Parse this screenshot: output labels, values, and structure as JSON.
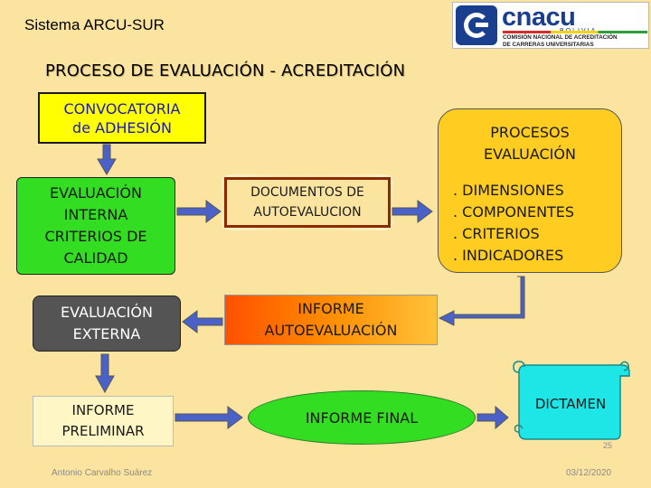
{
  "header": {
    "system_name": "Sistema ARCU-SUR"
  },
  "logo": {
    "brand": "cnacu",
    "subtitle": "BOLIVIA",
    "line1": "COMISIÓN NACIONAL DE ACREDITACIÓN",
    "line2": "DE CARRERAS UNIVERSITARIAS"
  },
  "title": "PROCESO DE EVALUACIÓN - ACREDITACIÓN",
  "nodes": {
    "convocatoria": [
      "CONVOCATORIA",
      "de ADHESIÓN"
    ],
    "evaluacion_interna": [
      "EVALUACIÓN",
      "INTERNA",
      "CRITERIOS DE",
      "CALIDAD"
    ],
    "documentos": [
      "DOCUMENTOS DE",
      "AUTOEVALUCION"
    ],
    "procesos_title": [
      "PROCESOS",
      "EVALUACIÓN"
    ],
    "procesos_items": [
      ". DIMENSIONES",
      ". COMPONENTES",
      ". CRITERIOS",
      ". INDICADORES"
    ],
    "evaluacion_externa": [
      "EVALUACIÓN",
      "EXTERNA"
    ],
    "informe_autoevaluacion": [
      "INFORME",
      "AUTOEVALUACIÓN"
    ],
    "informe_preliminar": [
      "INFORME",
      "PRELIMINAR"
    ],
    "informe_final": "INFORME FINAL",
    "dictamen": "DICTAMEN"
  },
  "footer": {
    "author": "Antonio Carvalho Suárez",
    "date": "03/12/2020",
    "page": "25"
  },
  "colors": {
    "background": "#fbe4a0",
    "yellow": "#ffff00",
    "green": "#33dd22",
    "orange": "#ffcc22",
    "dark_gray": "#545454",
    "arrow_fill": "#4a62c8",
    "navy_text": "#1b1baa"
  }
}
